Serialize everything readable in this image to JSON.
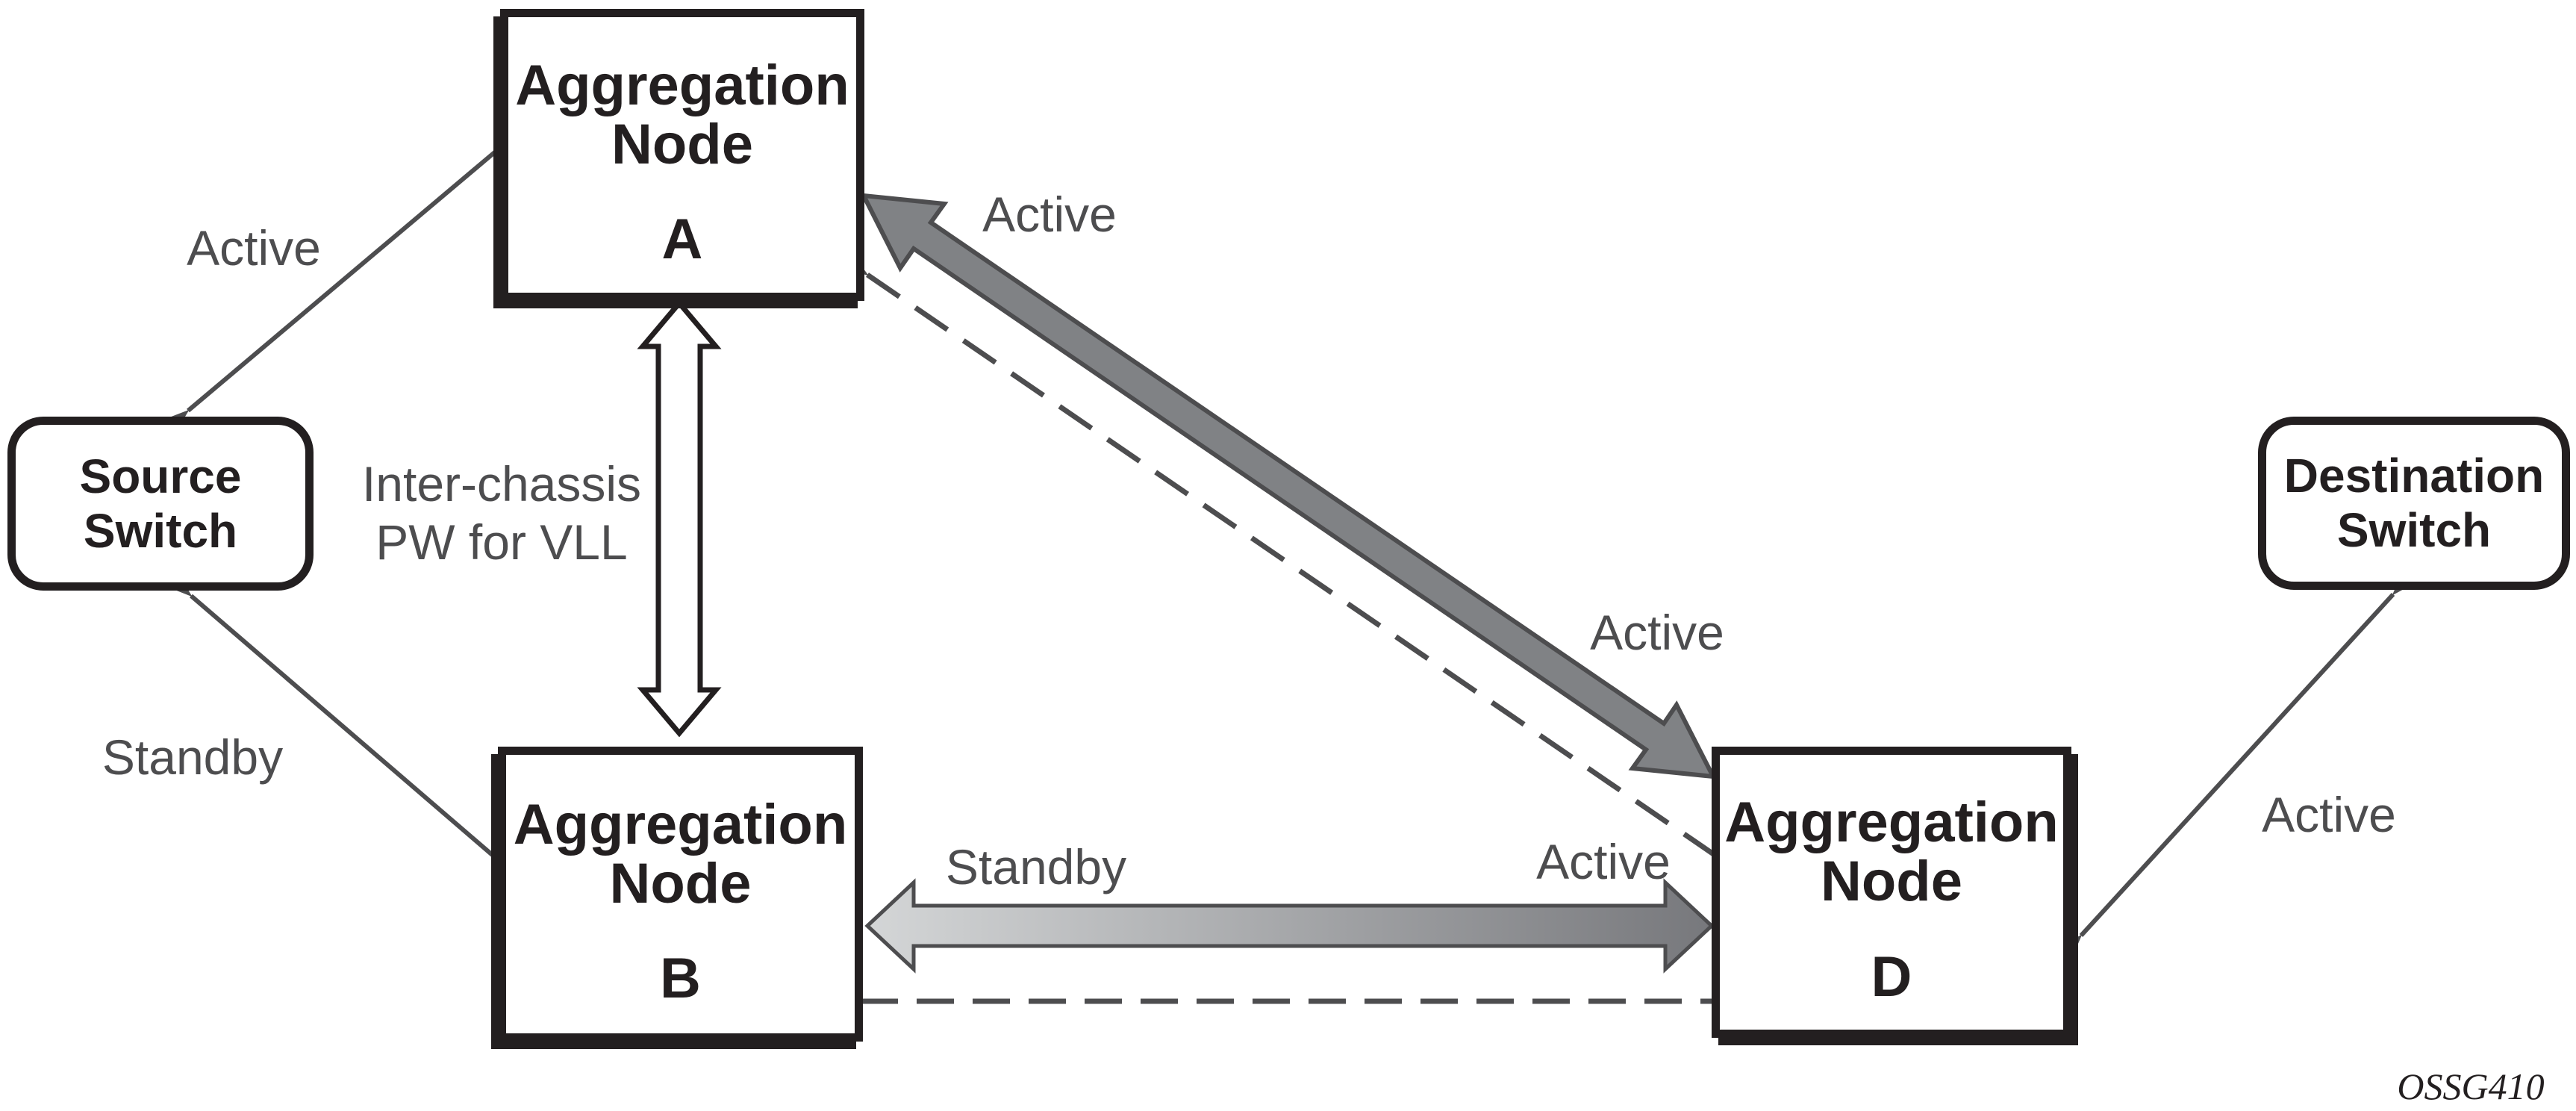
{
  "nodes": {
    "a": {
      "title_line1": "Aggregation",
      "title_line2": "Node",
      "letter": "A"
    },
    "b": {
      "title_line1": "Aggregation",
      "title_line2": "Node",
      "letter": "B"
    },
    "d": {
      "title_line1": "Aggregation",
      "title_line2": "Node",
      "letter": "D"
    }
  },
  "switches": {
    "source": {
      "line1": "Source",
      "line2": "Switch"
    },
    "destination": {
      "line1": "Destination",
      "line2": "Switch"
    }
  },
  "link_labels": {
    "source_to_a": "Active",
    "source_to_b": "Standby",
    "a_to_d_upper": "Active",
    "a_to_d_lower": "Active",
    "inter_chassis_line1": "Inter-chassis",
    "inter_chassis_line2": "PW for VLL",
    "b_to_d_left": "Standby",
    "b_to_d_right": "Active",
    "d_to_destination": "Active"
  },
  "figure_code": "OSSG410",
  "colors": {
    "box_border": "#231f20",
    "node_text": "#231f20",
    "label_text": "#4d4d4f",
    "thin_line": "#4d4d4f",
    "thick_arrow_fill": "#808285",
    "thick_arrow_outline": "#4d4d4f",
    "gradient_arrow_start": "#d4d6d7",
    "gradient_arrow_end": "#77787c",
    "hollow_arrow_fill": "#ffffff"
  }
}
